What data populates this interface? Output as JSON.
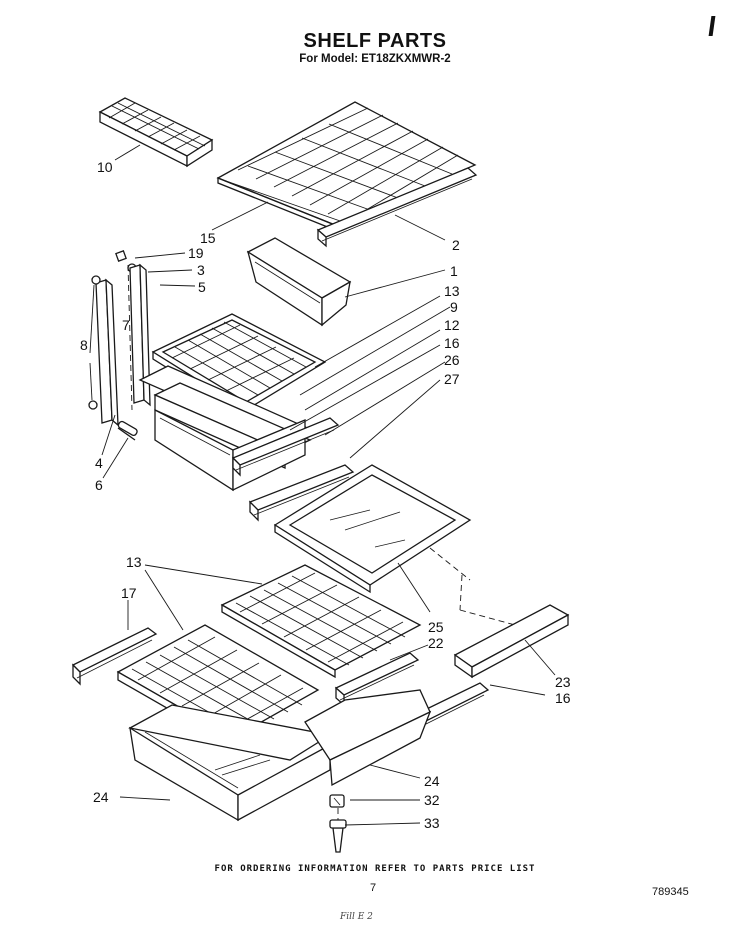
{
  "header": {
    "title": "SHELF PARTS",
    "subtitle": "For Model: ET18ZKXMWR-2"
  },
  "footer": {
    "ordering_note": "FOR ORDERING INFORMATION REFER TO PARTS PRICE LIST",
    "page_number": "7",
    "document_number": "789345",
    "scribble": "Fill  E  2"
  },
  "callouts": {
    "c10": "10",
    "c15": "15",
    "c2": "2",
    "c19": "19",
    "c3": "3",
    "c5": "5",
    "c7": "7",
    "c8": "8",
    "c1": "1",
    "c13a": "13",
    "c9": "9",
    "c12": "12",
    "c16a": "16",
    "c26": "26",
    "c27": "27",
    "c4": "4",
    "c6": "6",
    "c13b": "13",
    "c17": "17",
    "c25": "25",
    "c22": "22",
    "c23": "23",
    "c16b": "16",
    "c24a": "24",
    "c24b": "24",
    "c32": "32",
    "c33": "33"
  }
}
